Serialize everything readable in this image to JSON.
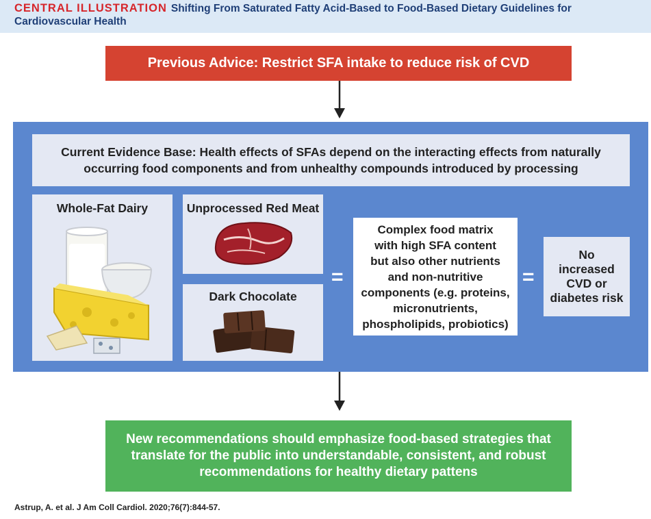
{
  "header": {
    "kicker": "CENTRAL ILLUSTRATION",
    "title": "Shifting From Saturated Fatty Acid-Based to Food-Based Dietary Guidelines for Cardiovascular Health"
  },
  "previous_advice": "Previous Advice: Restrict SFA intake to reduce risk of CVD",
  "evidence": {
    "line1": "Current Evidence Base: Health effects of SFAs depend on the interacting effects from naturally",
    "line2": "occurring food components and from unhealthy compounds introduced by processing"
  },
  "foods": {
    "dairy": "Whole-Fat Dairy",
    "red_meat": "Unprocessed Red Meat",
    "chocolate": "Dark Chocolate"
  },
  "equals": "=",
  "matrix_lines": [
    "Complex food matrix",
    "with high SFA content",
    "but also other nutrients",
    "and non-nutritive",
    "components (e.g. proteins,",
    "micronutrients,",
    "phospholipids, probiotics)"
  ],
  "outcome_lines": [
    "No",
    "increased",
    "CVD or",
    "diabetes risk"
  ],
  "recommendation_lines": [
    "New recommendations should emphasize food-based strategies that",
    "translate for the public into understandable, consistent, and robust",
    "recommendations for healthy dietary pattens"
  ],
  "citation": "Astrup, A. et al. J Am Coll Cardiol. 2020;76(7):844-57.",
  "colors": {
    "header_bg": "#dce9f6",
    "kicker": "#d6262b",
    "title": "#1f3f77",
    "previous_advice_bg": "#d54331",
    "panel_bg": "#5b87cf",
    "card_bg": "#e4e8f3",
    "recommendation_bg": "#51b35b"
  }
}
